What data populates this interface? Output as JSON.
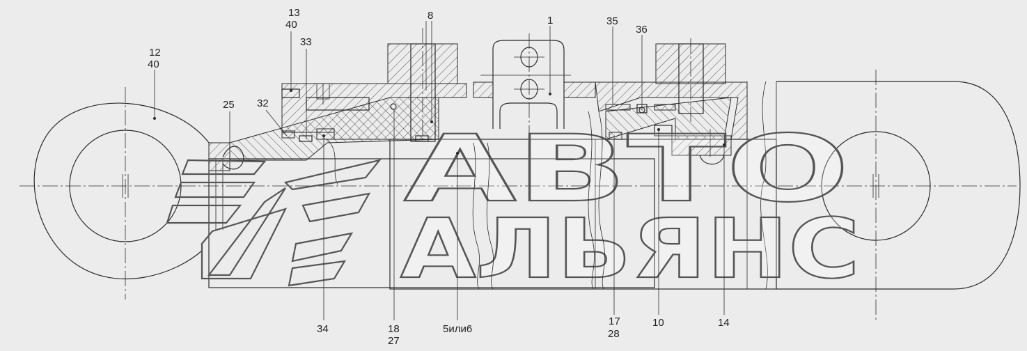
{
  "drawing": {
    "background": "#ececec",
    "line_color": "#2a2a2a"
  },
  "callouts": [
    {
      "id": "c12",
      "lines": [
        "12",
        "40"
      ]
    },
    {
      "id": "c13",
      "lines": [
        "13",
        "40"
      ]
    },
    {
      "id": "c33",
      "lines": [
        "33"
      ]
    },
    {
      "id": "c32",
      "lines": [
        "32"
      ]
    },
    {
      "id": "c25",
      "lines": [
        "25"
      ]
    },
    {
      "id": "c8",
      "lines": [
        "8"
      ]
    },
    {
      "id": "c1",
      "lines": [
        "1"
      ]
    },
    {
      "id": "c35",
      "lines": [
        "35"
      ]
    },
    {
      "id": "c36",
      "lines": [
        "36"
      ]
    },
    {
      "id": "c34",
      "lines": [
        "34"
      ]
    },
    {
      "id": "c18",
      "lines": [
        "18",
        "27"
      ]
    },
    {
      "id": "c5",
      "lines": [
        "5или6"
      ]
    },
    {
      "id": "c17",
      "lines": [
        "17",
        "28"
      ]
    },
    {
      "id": "c10",
      "lines": [
        "10"
      ]
    },
    {
      "id": "c14",
      "lines": [
        "14"
      ]
    }
  ],
  "watermark": {
    "line1": "АВТО",
    "line2": "АЛЬЯНС",
    "logo": "chevron-stripes-logo"
  }
}
